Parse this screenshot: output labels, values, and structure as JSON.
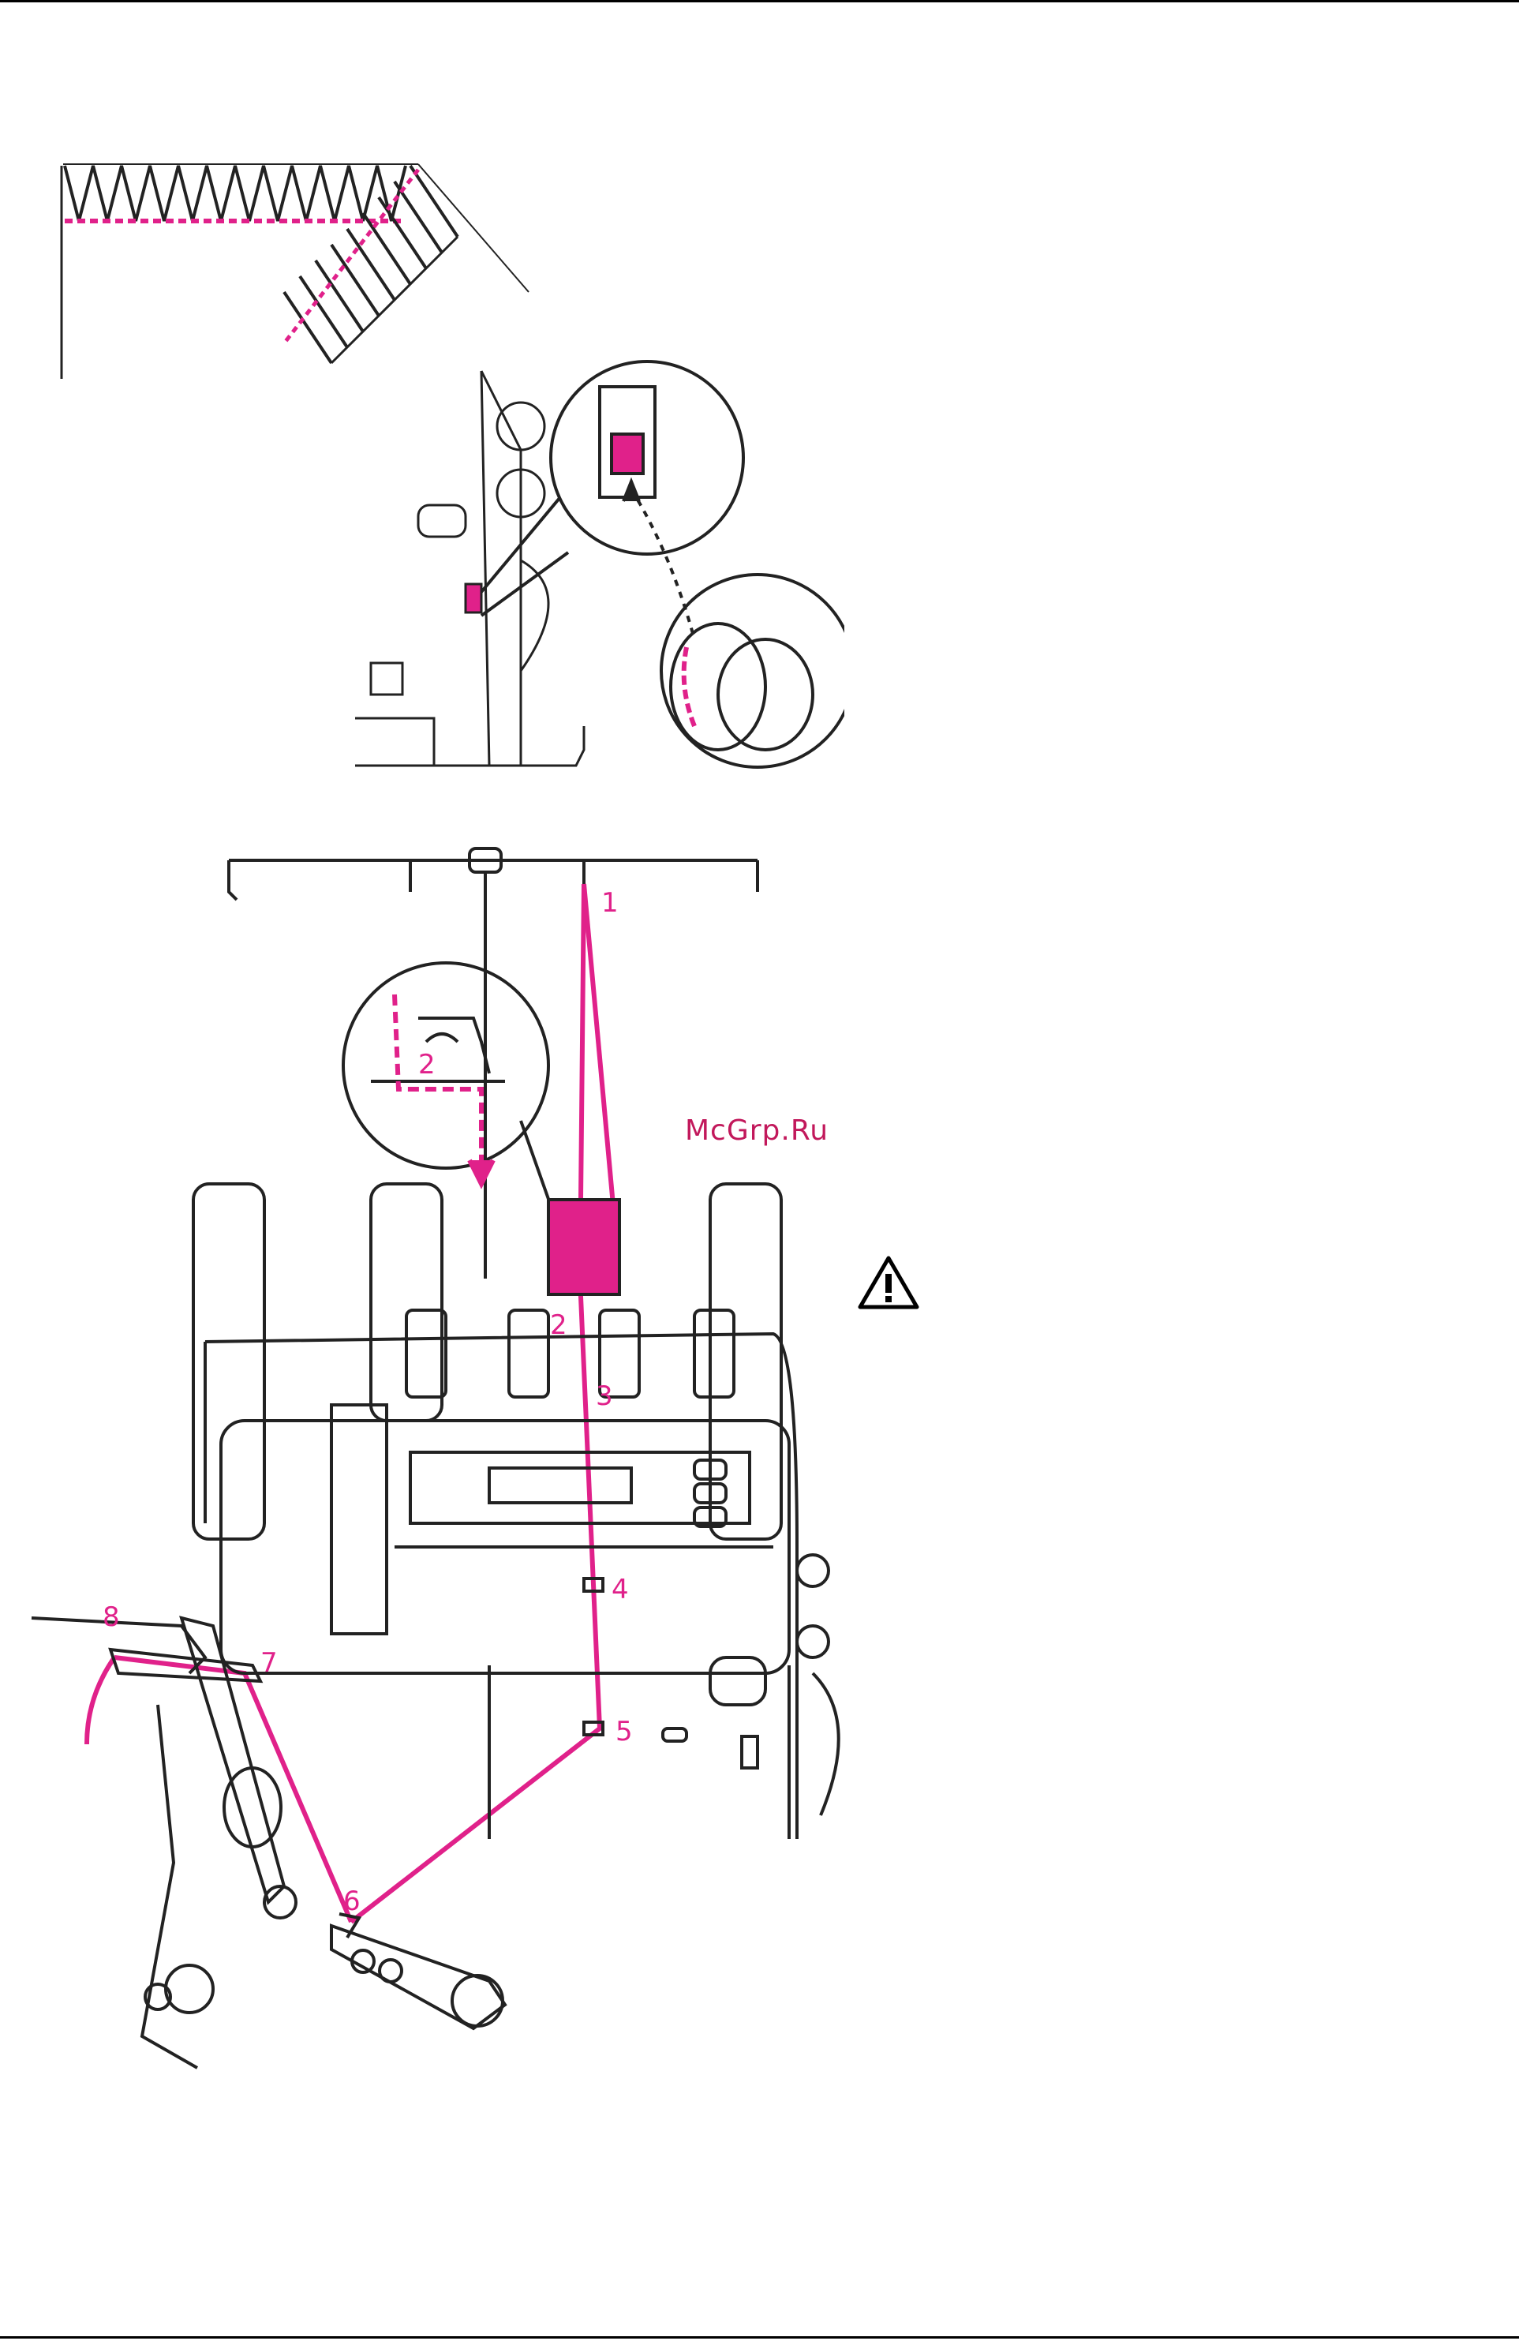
{
  "watermark": "McGrp.Ru",
  "thread_steps": [
    "1",
    "2",
    "2",
    "3",
    "4",
    "5",
    "6",
    "7",
    "8"
  ],
  "colors": {
    "thread": "#e0218a",
    "line": "#222222"
  },
  "icons": [
    "warning-triangle-icon"
  ]
}
